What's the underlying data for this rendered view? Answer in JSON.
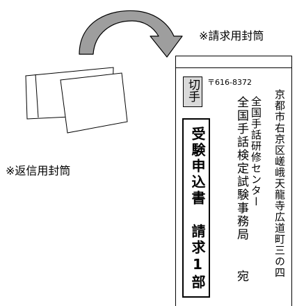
{
  "labels": {
    "request_envelope": "※請求用封筒",
    "return_envelope": "※返信用封筒"
  },
  "envelope": {
    "stamp": "切手",
    "postal_code": "〒616-8372",
    "address": "京都市右京区嵯峨天龍寺広道町三の四",
    "org1": "全国手話研修センター",
    "org2": "全国手話検定試験事務局",
    "honorific": "宛",
    "request_title": "受験申込書",
    "request_count": "請求1部"
  },
  "colors": {
    "arrow_fill": "#9e9e9e",
    "stamp_fill": "#d9d9d9",
    "outline": "#000000"
  },
  "icons": [
    "curved-arrow-icon",
    "return-envelope-icon"
  ]
}
